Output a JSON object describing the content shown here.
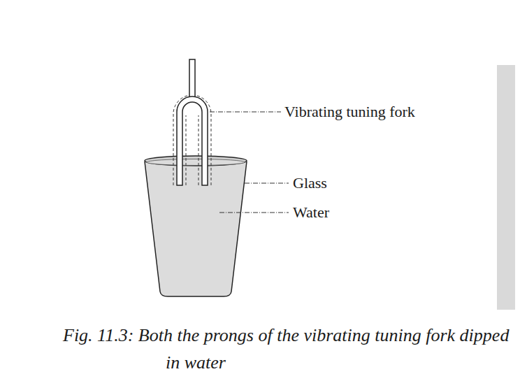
{
  "diagram": {
    "caption": "Fig. 11.3: Both the prongs of the vibrating tuning fork dipped in water",
    "labels": [
      "Vibrating tuning fork",
      "Glass",
      "Water"
    ]
  }
}
